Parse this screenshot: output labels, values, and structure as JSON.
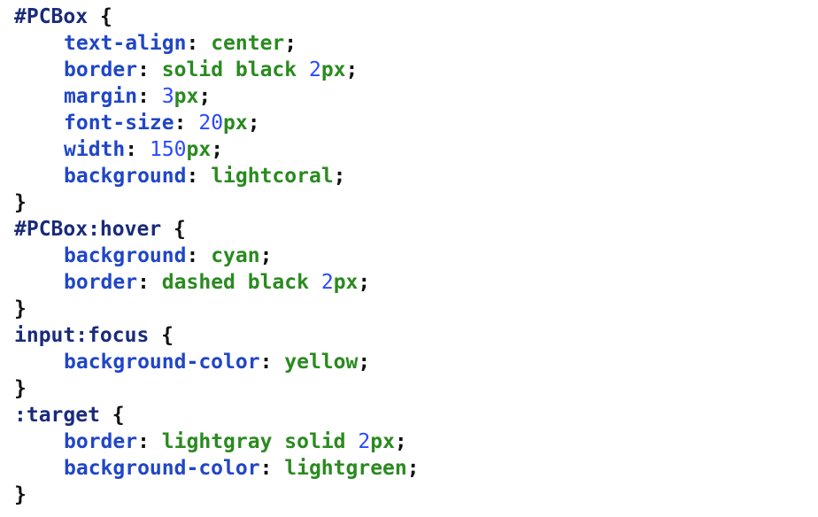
{
  "colors": {
    "selector": "#1a2b7a",
    "property": "#2046c7",
    "value": "#2a8a1f",
    "number": "#2a49ff",
    "punctuation": "#111111"
  },
  "code": {
    "rule1": {
      "selector": "#PCBox",
      "open": " {",
      "close": "}",
      "decls": [
        {
          "prop": "text-align",
          "colon": ":",
          "value": " center",
          "semi": ";"
        },
        {
          "prop": "border",
          "colon": ":",
          "value": " solid black ",
          "num": "2",
          "unit": "px",
          "semi": ";"
        },
        {
          "prop": "margin",
          "colon": ":",
          "value": " ",
          "num": "3",
          "unit": "px",
          "semi": ";"
        },
        {
          "prop": "font-size",
          "colon": ":",
          "value": " ",
          "num": "20",
          "unit": "px",
          "semi": ";"
        },
        {
          "prop": "width",
          "colon": ":",
          "value": " ",
          "num": "150",
          "unit": "px",
          "semi": ";"
        },
        {
          "prop": "background",
          "colon": ":",
          "value": " lightcoral",
          "semi": ";"
        }
      ]
    },
    "rule2": {
      "selector": "#PCBox:hover",
      "open": " {",
      "close": "}",
      "decls": [
        {
          "prop": "background",
          "colon": ":",
          "value": " cyan",
          "semi": ";"
        },
        {
          "prop": "border",
          "colon": ":",
          "value": " dashed black ",
          "num": "2",
          "unit": "px",
          "semi": ";"
        }
      ]
    },
    "rule3": {
      "selector": "input:focus",
      "open": " {",
      "close": "}",
      "decls": [
        {
          "prop": "background-color",
          "colon": ":",
          "value": " yellow",
          "semi": ";"
        }
      ]
    },
    "rule4": {
      "selector": ":target",
      "open": " {",
      "close": "}",
      "decls": [
        {
          "prop": "border",
          "colon": ":",
          "value": " lightgray solid ",
          "num": "2",
          "unit": "px",
          "semi": ";"
        },
        {
          "prop": "background-color",
          "colon": ":",
          "value": " lightgreen",
          "semi": ";"
        }
      ]
    }
  }
}
